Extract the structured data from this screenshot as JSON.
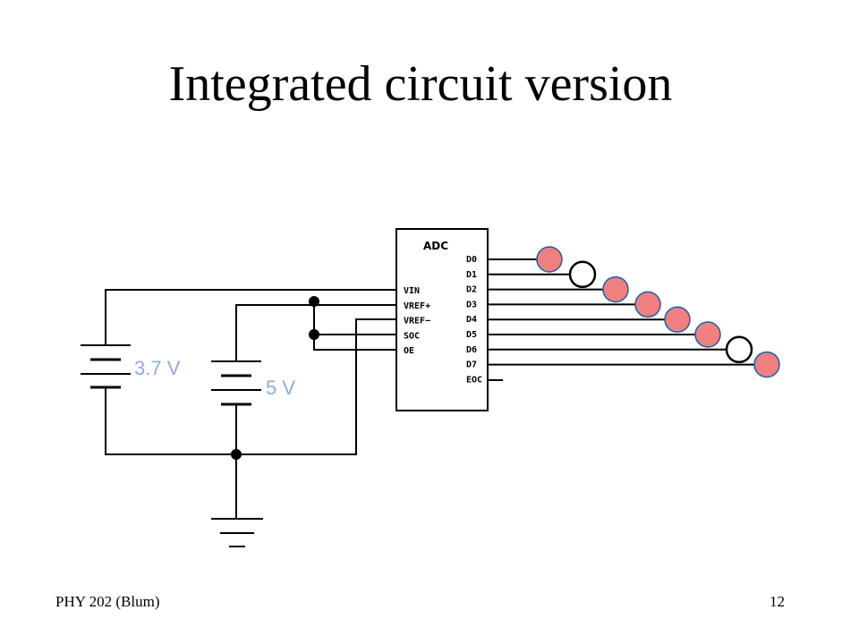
{
  "slide": {
    "title": "Integrated circuit version",
    "footer_left": "PHY 202 (Blum)",
    "page_number": "12"
  },
  "circuit": {
    "chip_label": "ADC",
    "input_pins": [
      "VIN",
      "VREF+",
      "VREF−",
      "SOC",
      "OE"
    ],
    "output_pins": [
      "D0",
      "D1",
      "D2",
      "D3",
      "D4",
      "D5",
      "D6",
      "D7",
      "EOC"
    ],
    "battery_1_label": "3.7 V",
    "battery_2_label": "5 V",
    "led_states": [
      1,
      0,
      1,
      1,
      1,
      1,
      0,
      1
    ],
    "colors": {
      "wire": "#000000",
      "label": "#8faadc",
      "led_on": "#f08080",
      "led_off": "#ffffff",
      "led_outline": "#1a5fa8"
    }
  }
}
